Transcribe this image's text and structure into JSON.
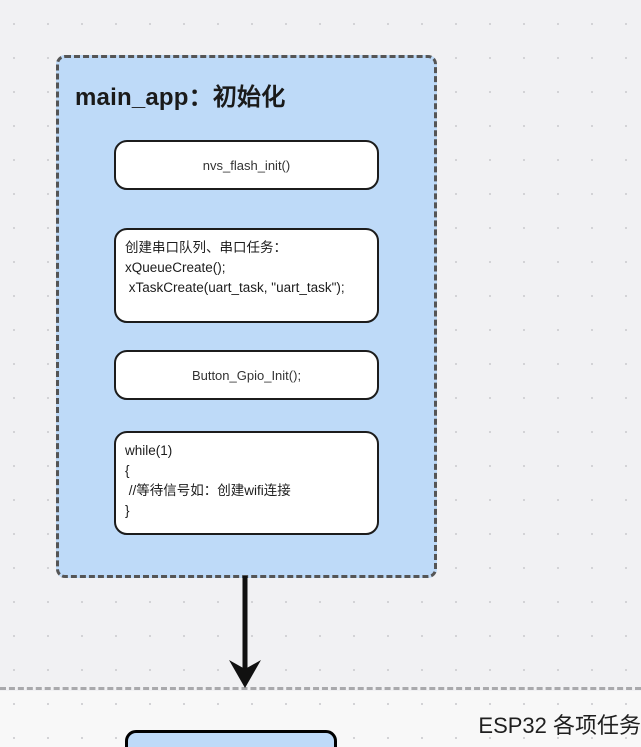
{
  "canvas": {
    "background_top": "#f1f1f3",
    "background_bottom": "#f8f8f8",
    "grid_dot_color": "#d3d3d6",
    "separator_color": "#a9a9ac"
  },
  "group": {
    "title": "main_app：初始化",
    "fill_color": "#bedaf8",
    "border_color": "#555555"
  },
  "nodes": [
    {
      "id": "nvs-flash-init",
      "text": "nvs_flash_init()",
      "align": "center"
    },
    {
      "id": "uart-queue-task",
      "text": "创建串口队列、串口任务：\nxQueueCreate();\n xTaskCreate(uart_task, \"uart_task\");",
      "align": "left"
    },
    {
      "id": "button-gpio-init",
      "text": "Button_Gpio_Init();",
      "align": "center"
    },
    {
      "id": "main-while-loop",
      "text": "while(1)\n{\n //等待信号如：创建wifi连接\n}",
      "align": "left"
    }
  ],
  "connector": {
    "type": "down-arrow",
    "color": "#111111"
  },
  "bottom_node": {
    "fill_color": "#bedaf8",
    "border_color": "#000000"
  },
  "caption": {
    "text": "ESP32 各项任务"
  }
}
